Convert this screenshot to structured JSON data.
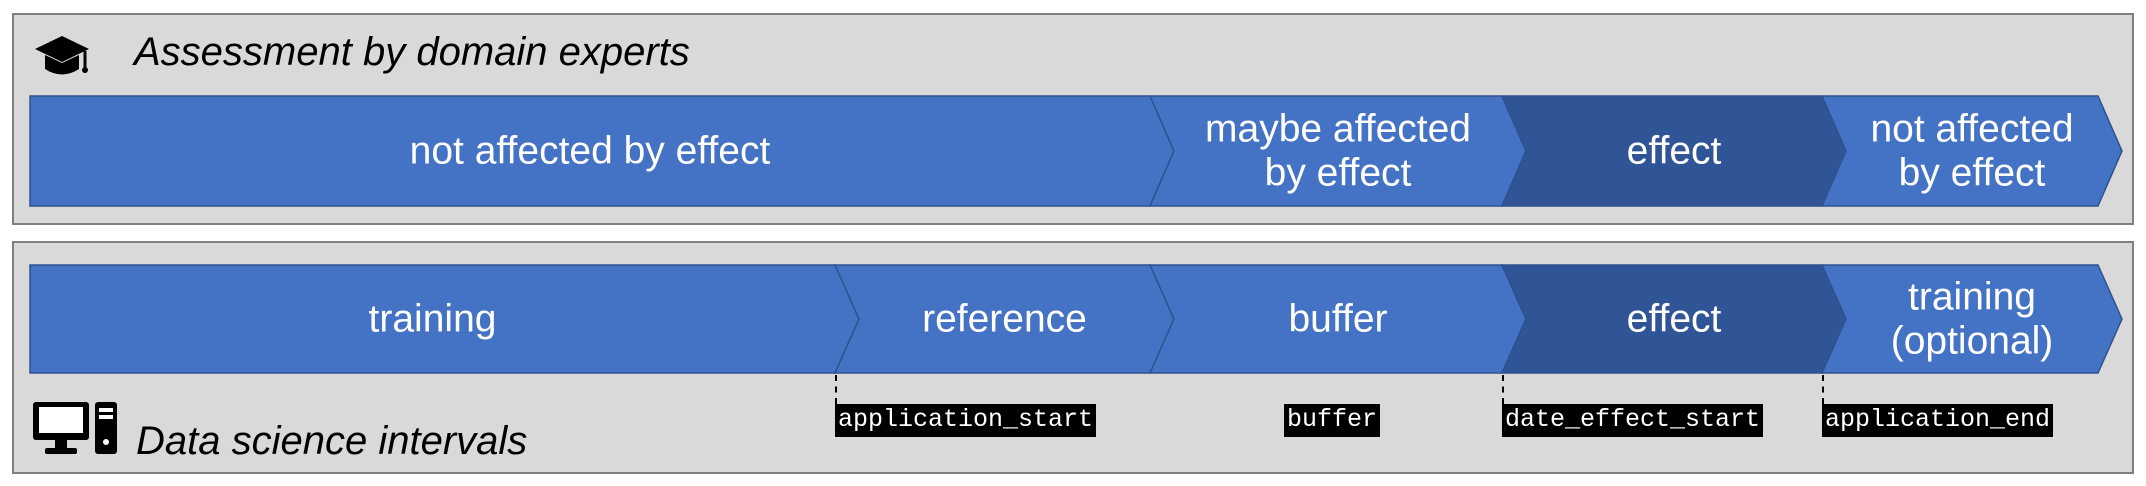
{
  "assessment": {
    "title": "Assessment by domain experts",
    "icon": "graduation-cap-icon",
    "segments": [
      {
        "lines": [
          "not affected by effect"
        ],
        "shade": "#4472c4"
      },
      {
        "lines": [
          "maybe affected",
          "by effect"
        ],
        "shade": "#4472c4"
      },
      {
        "lines": [
          "effect"
        ],
        "shade": "#2f5597"
      },
      {
        "lines": [
          "not affected",
          "by effect"
        ],
        "shade": "#4472c4"
      }
    ]
  },
  "intervals": {
    "title": "Data science intervals",
    "icon": "desktop-computer-icon",
    "segments": [
      {
        "lines": [
          "training"
        ],
        "shade": "#4472c4"
      },
      {
        "lines": [
          "reference"
        ],
        "shade": "#4472c4"
      },
      {
        "lines": [
          "buffer"
        ],
        "shade": "#4472c4"
      },
      {
        "lines": [
          "effect"
        ],
        "shade": "#2f5597"
      },
      {
        "lines": [
          "training",
          "(optional)"
        ],
        "shade": "#4472c4"
      }
    ],
    "markers": [
      "application_start",
      "buffer",
      "date_effect_start",
      "application_end"
    ]
  },
  "colors": {
    "light_blue": "#4472c4",
    "dark_blue": "#2f5597",
    "panel_bg": "#d9d9d9"
  }
}
